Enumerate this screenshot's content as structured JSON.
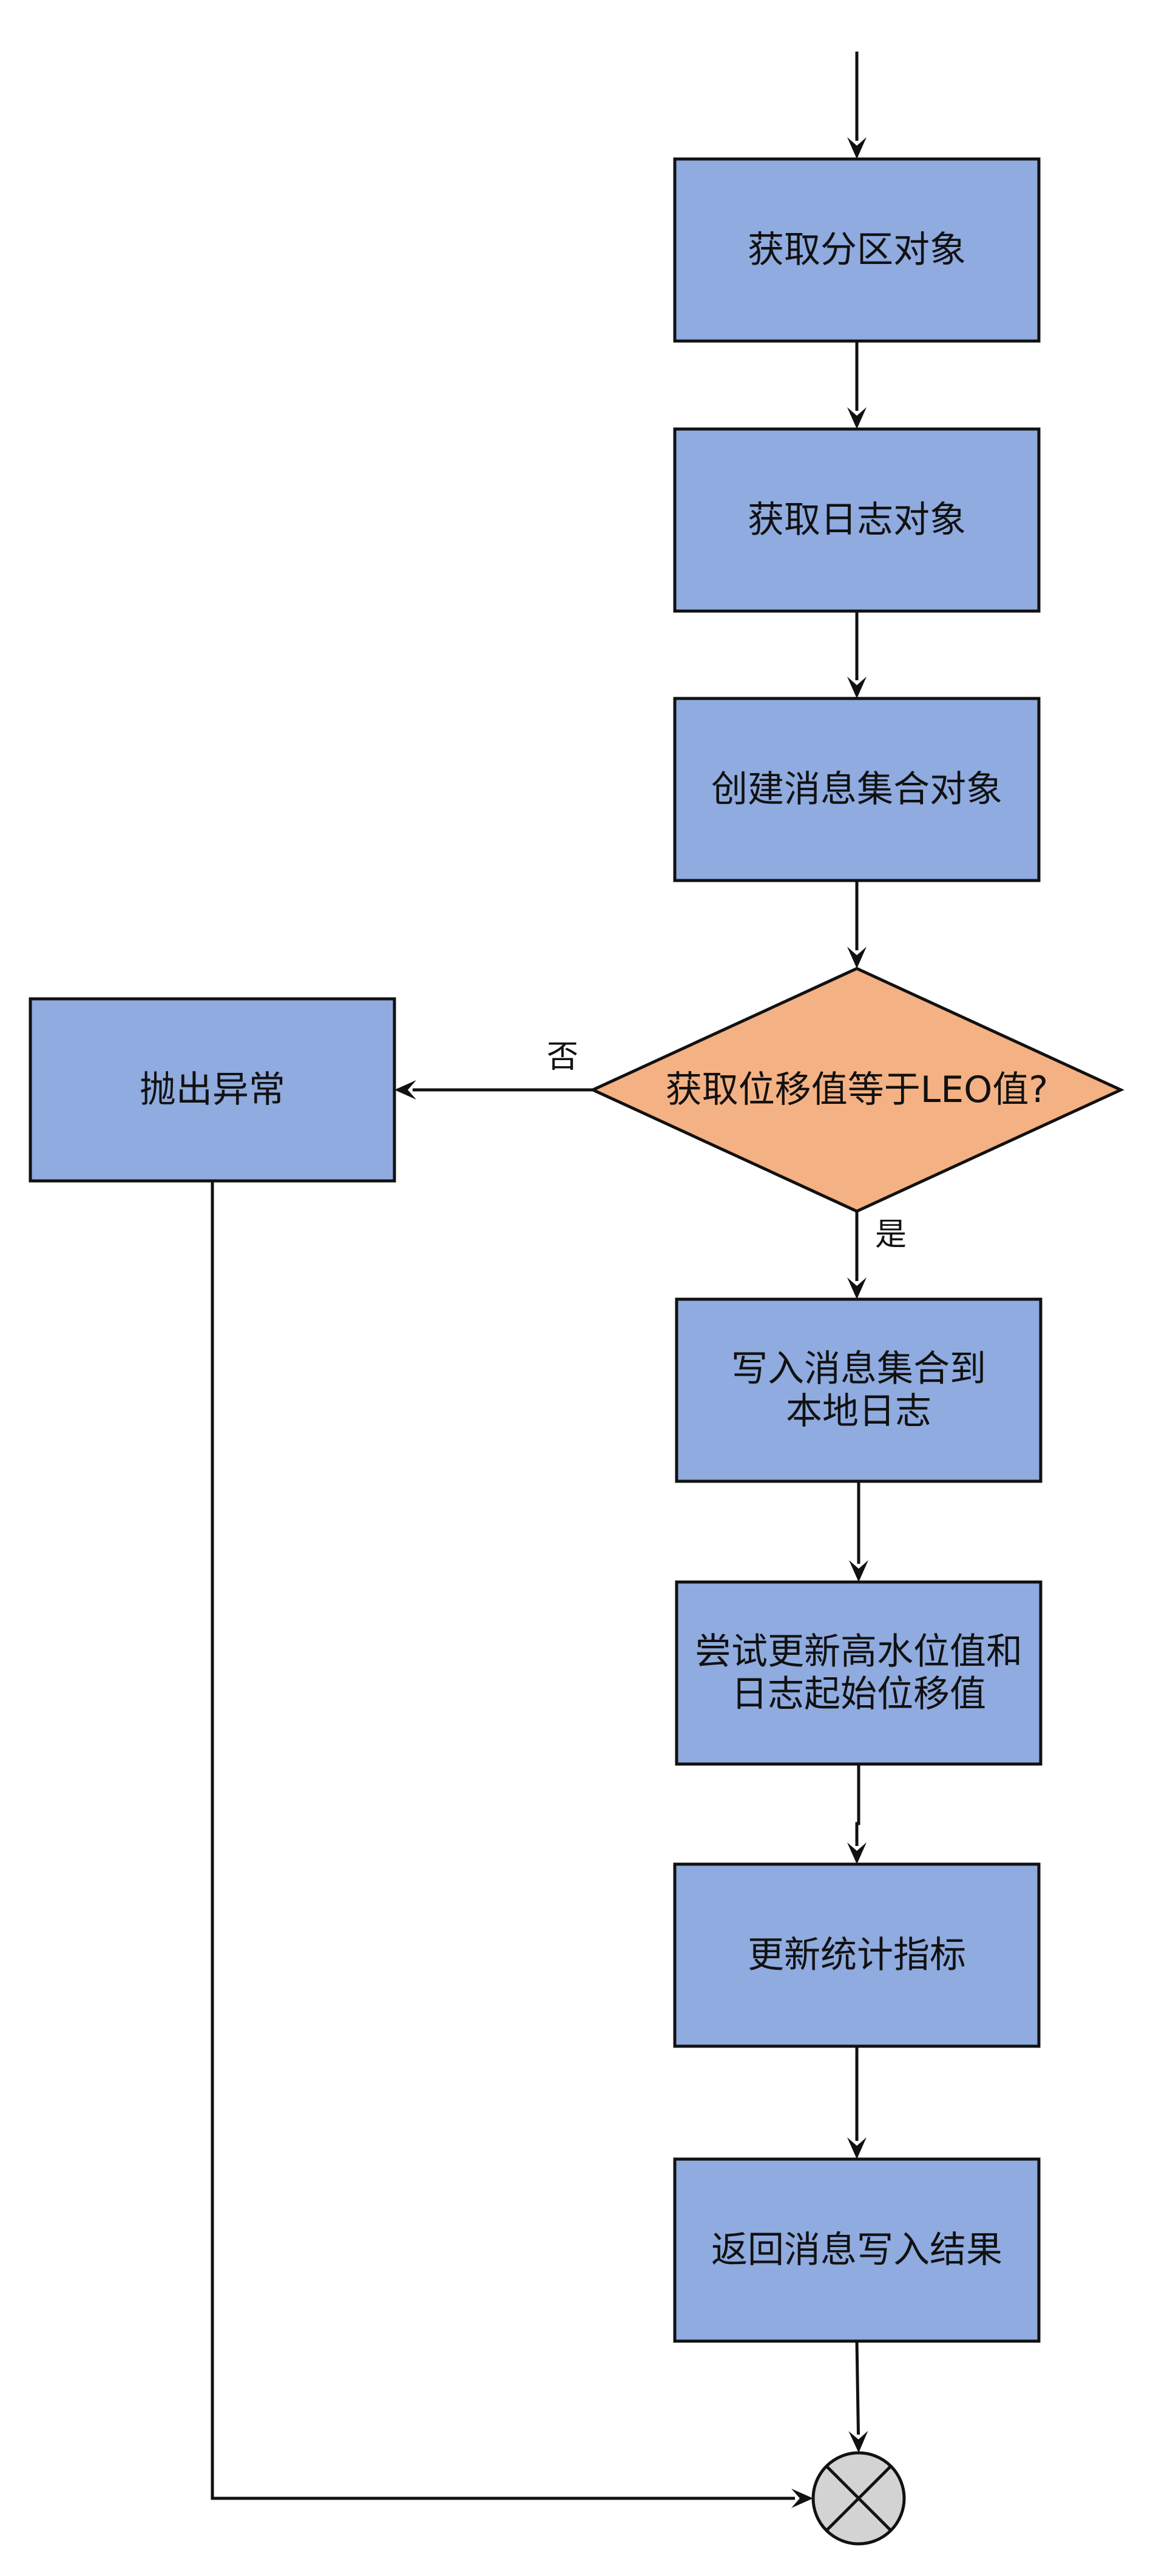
{
  "diagram": {
    "style": {
      "process_fill": "#8fabdf",
      "decision_fill": "#f4b183",
      "end_fill": "#d3d3d3",
      "stroke_color": "#111111"
    },
    "nodes": {
      "get_partition": {
        "shape": "rect",
        "lines": [
          "获取分区对象"
        ]
      },
      "get_log": {
        "shape": "rect",
        "lines": [
          "获取日志对象"
        ]
      },
      "create_msgset": {
        "shape": "rect",
        "lines": [
          "创建消息集合对象"
        ]
      },
      "check_leo": {
        "shape": "diamond",
        "lines": [
          "获取位移值等于LEO值?"
        ]
      },
      "throw_exception": {
        "shape": "rect",
        "lines": [
          "抛出异常"
        ]
      },
      "write_local_log": {
        "shape": "rect",
        "lines": [
          "写入消息集合到",
          "本地日志"
        ]
      },
      "update_hw": {
        "shape": "rect",
        "lines": [
          "尝试更新高水位值和",
          "日志起始位移值"
        ]
      },
      "update_metrics": {
        "shape": "rect",
        "lines": [
          "更新统计指标"
        ]
      },
      "return_result": {
        "shape": "rect",
        "lines": [
          "返回消息写入结果"
        ]
      },
      "end": {
        "shape": "end",
        "lines": []
      }
    },
    "edges": [
      {
        "from": "start",
        "to": "get_partition",
        "label": ""
      },
      {
        "from": "get_partition",
        "to": "get_log",
        "label": ""
      },
      {
        "from": "get_log",
        "to": "create_msgset",
        "label": ""
      },
      {
        "from": "create_msgset",
        "to": "check_leo",
        "label": ""
      },
      {
        "from": "check_leo",
        "to": "throw_exception",
        "label": "否"
      },
      {
        "from": "check_leo",
        "to": "write_local_log",
        "label": "是"
      },
      {
        "from": "write_local_log",
        "to": "update_hw",
        "label": ""
      },
      {
        "from": "update_hw",
        "to": "update_metrics",
        "label": ""
      },
      {
        "from": "update_metrics",
        "to": "return_result",
        "label": ""
      },
      {
        "from": "return_result",
        "to": "end",
        "label": ""
      },
      {
        "from": "throw_exception",
        "to": "end",
        "label": ""
      }
    ]
  }
}
